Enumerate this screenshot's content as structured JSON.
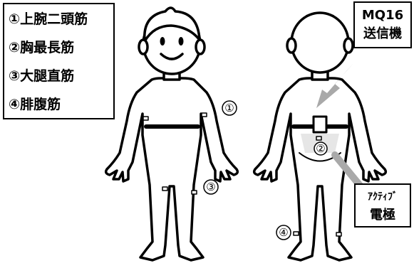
{
  "legend": {
    "items": [
      {
        "marker": "①",
        "label": "上腕二頭筋"
      },
      {
        "marker": "②",
        "label": "胸最長筋"
      },
      {
        "marker": "③",
        "label": "大腿直筋"
      },
      {
        "marker": "④",
        "label": "腓腹筋"
      }
    ]
  },
  "transmitter_label": {
    "line1": "MQ16",
    "line2": "送信機"
  },
  "electrode_label": {
    "line1": "ｱｸﾃｨﾌﾞ",
    "line2": "電極"
  },
  "markers": {
    "m1": "①",
    "m2": "②",
    "m3": "③",
    "m4": "④"
  }
}
